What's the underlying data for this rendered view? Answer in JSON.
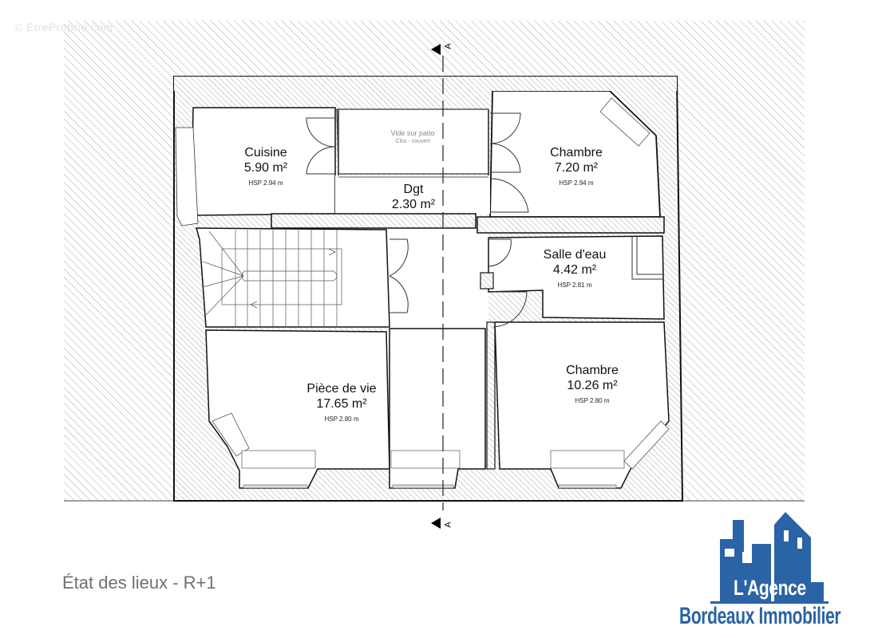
{
  "watermark": "© EtreProprio.com",
  "plan_title": "État des lieux - R+1",
  "section_marker": {
    "label": "A",
    "top": "A",
    "bottom": "A"
  },
  "rooms": [
    {
      "id": "cuisine",
      "name": "Cuisine",
      "area": "5.90 m²",
      "hsp": "HSP 2.94 m"
    },
    {
      "id": "dgt",
      "name": "Dgt",
      "area": "2.30 m²",
      "hsp": ""
    },
    {
      "id": "chambre1",
      "name": "Chambre",
      "area": "7.20 m²",
      "hsp": "HSP 2.94 m"
    },
    {
      "id": "salle-deau",
      "name": "Salle d'eau",
      "area": "4.42 m²",
      "hsp": "HSP 2.81 m"
    },
    {
      "id": "piece-de-vie",
      "name": "Pièce de vie",
      "area": "17.65 m²",
      "hsp": "HSP 2.80 m"
    },
    {
      "id": "chambre2",
      "name": "Chambre",
      "area": "10.26 m²",
      "hsp": "HSP 2.80 m"
    }
  ],
  "patio": {
    "label": "Vide sur patio",
    "sub": "Clos - couvert"
  },
  "logo": {
    "line1": "L'Agence",
    "line2": "Bordeaux Immobilier",
    "color": "#2a63a6"
  },
  "colors": {
    "wall": "#111111",
    "hatch": "#9a9a9a",
    "title": "#707070"
  }
}
